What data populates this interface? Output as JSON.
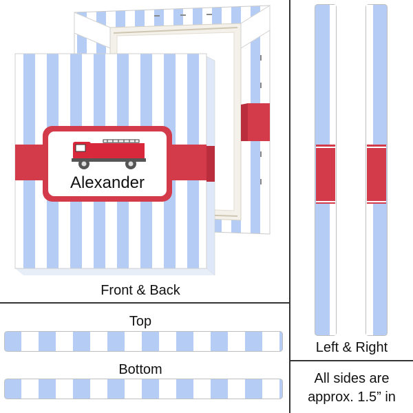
{
  "name_text": "Alexander",
  "labels": {
    "front_back": "Front & Back",
    "top": "Top",
    "bottom": "Bottom",
    "left_right": "Left & Right",
    "note_line1": "All sides are",
    "note_line2": "approx. 1.5” in"
  },
  "colors": {
    "stripe_blue": "#b5cdf4",
    "stripe_white": "#ffffff",
    "band_red": "#d33a4a",
    "truck_red": "#d8283b",
    "divider": "#333333"
  },
  "icons": [
    "fire-truck-icon"
  ]
}
